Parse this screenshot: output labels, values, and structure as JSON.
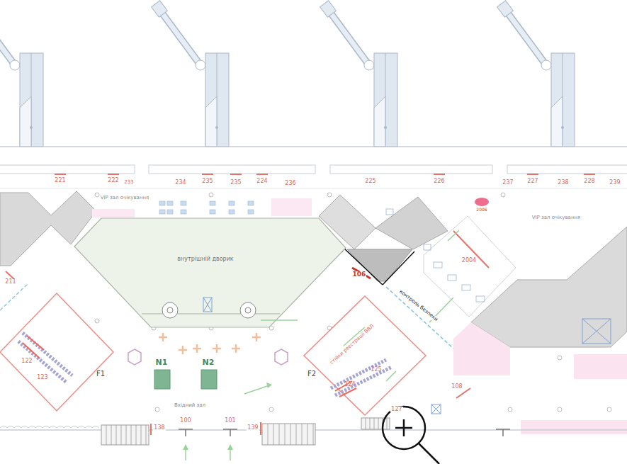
{
  "diagram": {
    "nodes": [
      {
        "text": [
          "внутрішній дворик"
        ]
      },
      {
        "text": [
          "F1",
          "122",
          "123"
        ]
      },
      {
        "text": [
          "N1"
        ]
      },
      {
        "text": [
          "N2"
        ]
      },
      {
        "text": [
          "F2",
          "стійки реєстрації ВВЛ",
          "125",
          "124"
        ]
      }
    ],
    "labels": [
      "221",
      "222",
      "233",
      "234",
      "235",
      "235",
      "224",
      "236",
      "225",
      "226",
      "237",
      "227",
      "238",
      "228",
      "239",
      "VIP зал очікування",
      "VIP зал очікування",
      "2006",
      "2004",
      "106",
      "контроль безпеки",
      "211",
      "Вхідний зал",
      "108",
      "127",
      "138",
      "100",
      "101",
      "139"
    ]
  }
}
